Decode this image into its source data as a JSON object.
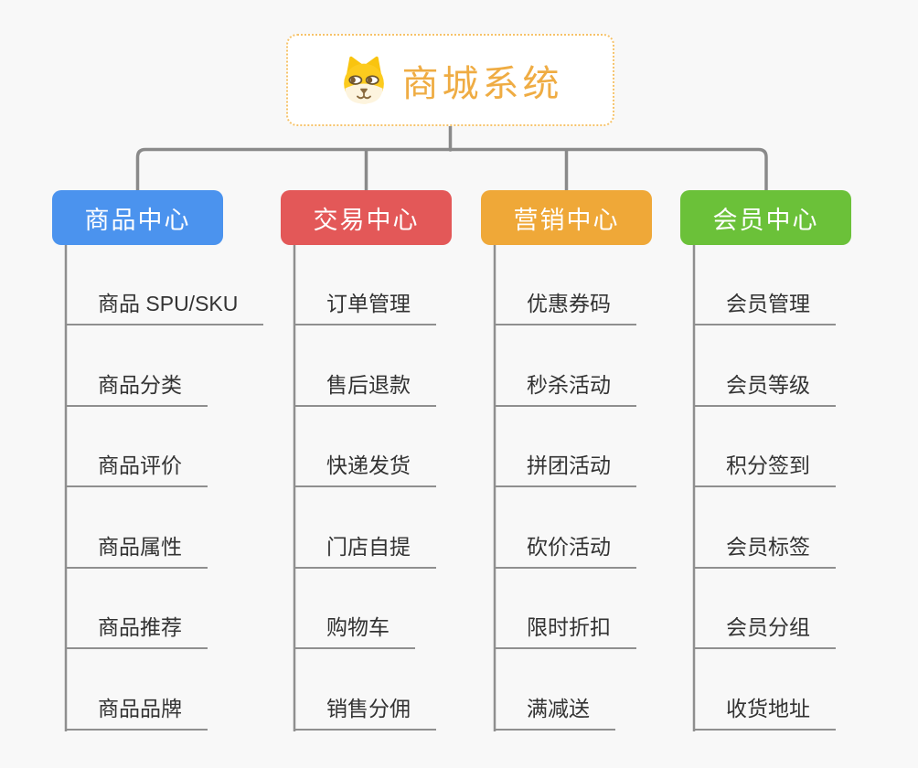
{
  "root": {
    "title": "商城系统",
    "icon": "dog-face-icon",
    "title_color": "#efac43",
    "border_color": "#f6c36a"
  },
  "branches": [
    {
      "label": "商品中心",
      "color": "#4b93ee",
      "children": [
        "商品 SPU/SKU",
        "商品分类",
        "商品评价",
        "商品属性",
        "商品推荐",
        "商品品牌"
      ]
    },
    {
      "label": "交易中心",
      "color": "#e35858",
      "children": [
        "订单管理",
        "售后退款",
        "快递发货",
        "门店自提",
        "购物车",
        "销售分佣"
      ]
    },
    {
      "label": "营销中心",
      "color": "#efa838",
      "children": [
        "优惠券码",
        "秒杀活动",
        "拼团活动",
        "砍价活动",
        "限时折扣",
        "满减送"
      ]
    },
    {
      "label": "会员中心",
      "color": "#6bc139",
      "children": [
        "会员管理",
        "会员等级",
        "积分签到",
        "会员标签",
        "会员分组",
        "收货地址"
      ]
    }
  ],
  "colors": {
    "background": "#f8f8f8",
    "connector": "#8a8a8a",
    "underline": "#8f8f8f",
    "child_text": "#333333"
  }
}
